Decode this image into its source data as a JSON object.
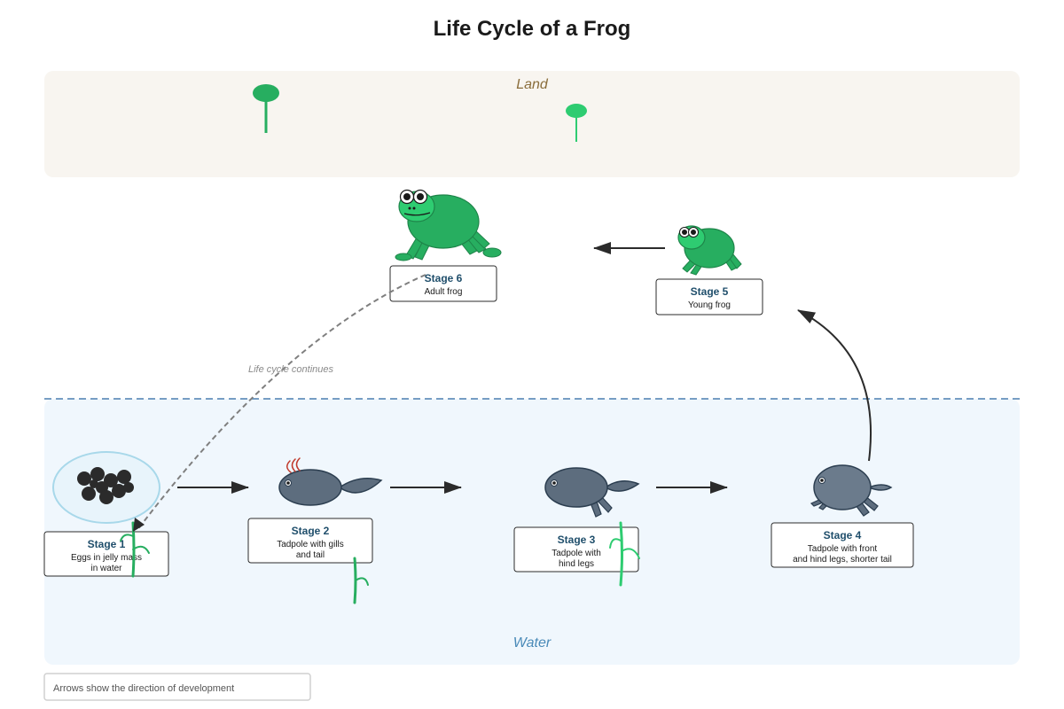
{
  "title": "Life Cycle of a Frog",
  "zones": {
    "land": "Land",
    "water": "Water"
  },
  "stages": [
    {
      "title": "Stage 1",
      "lines": [
        "Eggs in jelly mass",
        "in water"
      ]
    },
    {
      "title": "Stage 2",
      "lines": [
        "Tadpole with gills",
        "and tail"
      ]
    },
    {
      "title": "Stage 3",
      "lines": [
        "Tadpole with",
        "hind legs"
      ]
    },
    {
      "title": "Stage 4",
      "lines": [
        "Tadpole with front",
        "and hind legs, shorter tail"
      ]
    },
    {
      "title": "Stage 5",
      "lines": [
        "Young frog"
      ]
    },
    {
      "title": "Stage 6",
      "lines": [
        "Adult frog"
      ]
    }
  ],
  "cycle_note": "Life cycle continues",
  "legend": "Arrows show the direction of development",
  "colors": {
    "land_bg": "#f8f5f0",
    "water_bg": "#f0f7fd",
    "water_line": "#4a7fb0",
    "frog_green": "#27ae60",
    "tadpole": "#5d6d7e",
    "egg": "#2b2b2b",
    "plant": "#27ae60",
    "stage_title": "#1f4e6b"
  }
}
